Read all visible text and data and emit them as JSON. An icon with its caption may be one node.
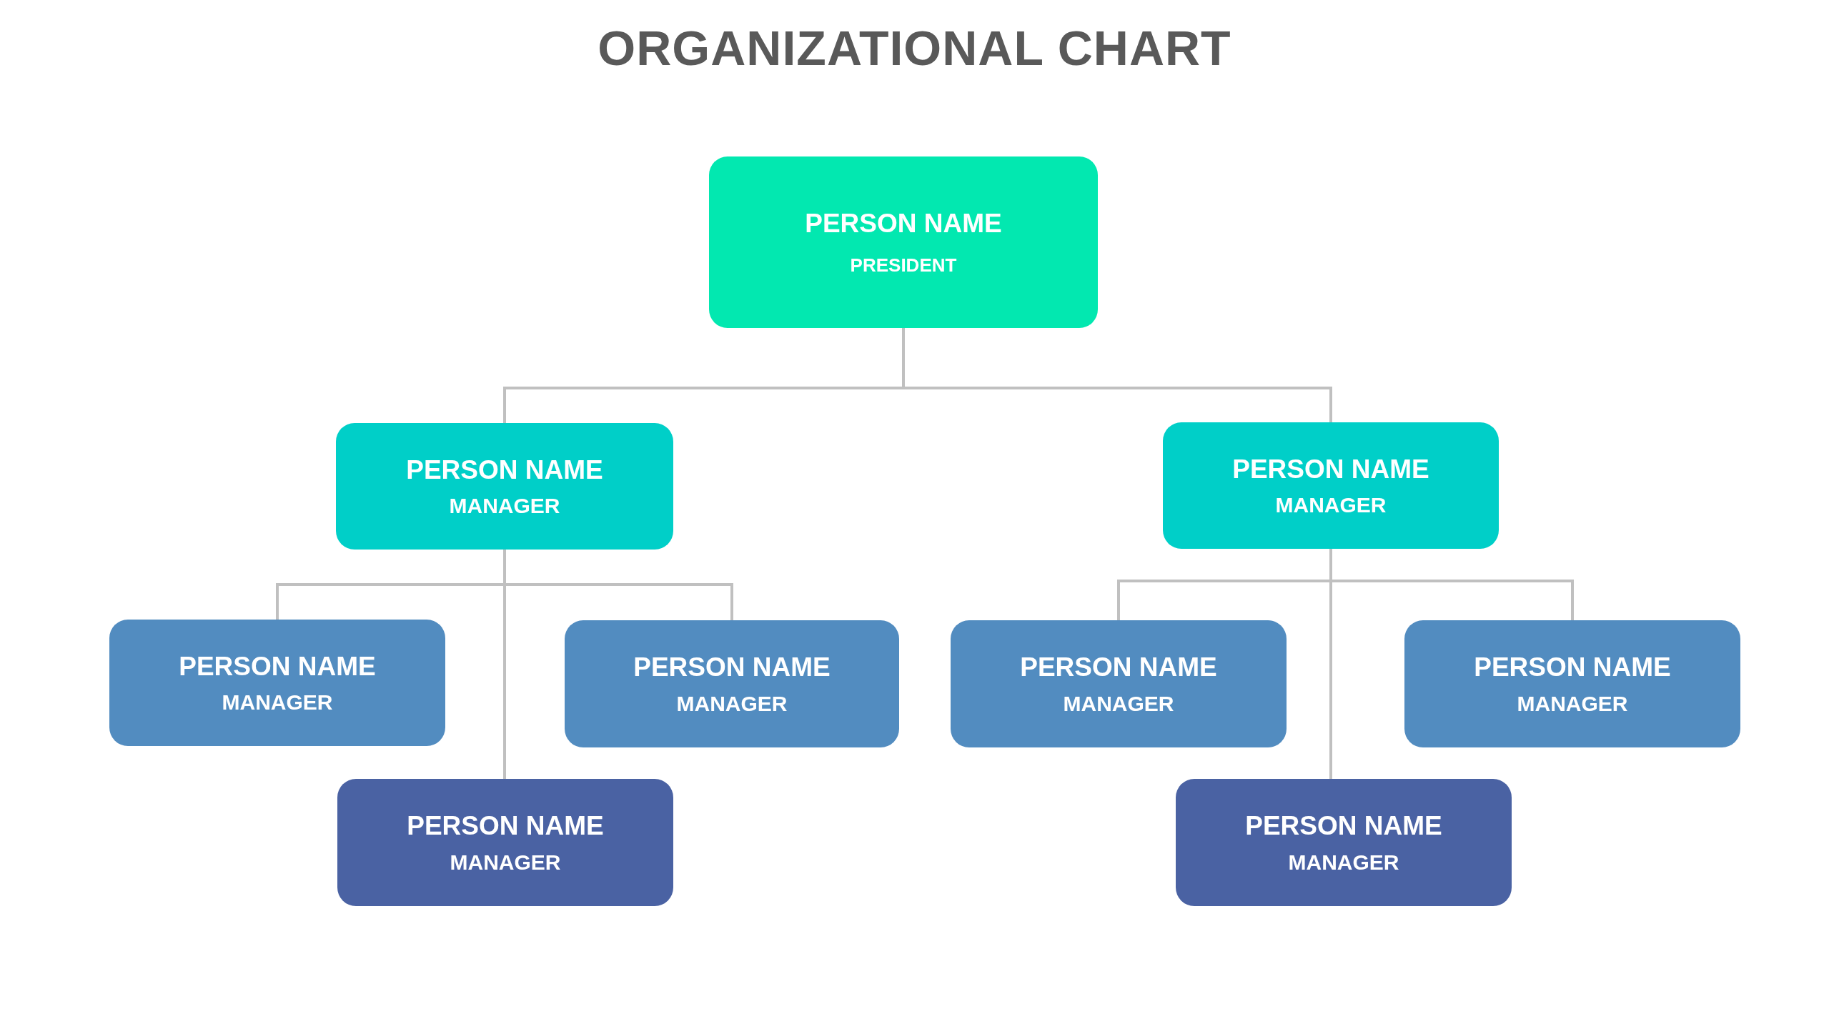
{
  "diagram": {
    "title": "ORGANIZATIONAL CHART",
    "nodes": [
      {
        "text": [
          "PERSON NAME",
          "PRESIDENT"
        ]
      },
      {
        "text": [
          "PERSON NAME",
          "MANAGER"
        ]
      },
      {
        "text": [
          "PERSON NAME",
          "MANAGER"
        ]
      },
      {
        "text": [
          "PERSON NAME",
          "MANAGER"
        ]
      },
      {
        "text": [
          "PERSON NAME",
          "MANAGER"
        ]
      },
      {
        "text": [
          "PERSON NAME",
          "MANAGER"
        ]
      },
      {
        "text": [
          "PERSON NAME",
          "MANAGER"
        ]
      },
      {
        "text": [
          "PERSON NAME",
          "MANAGER"
        ]
      },
      {
        "text": [
          "PERSON NAME",
          "MANAGER"
        ]
      }
    ],
    "edges": [
      {
        "from": 0,
        "to": 1,
        "arrow": "none"
      },
      {
        "from": 0,
        "to": 2,
        "arrow": "none"
      },
      {
        "from": 1,
        "to": 3,
        "arrow": "none"
      },
      {
        "from": 1,
        "to": 4,
        "arrow": "none"
      },
      {
        "from": 1,
        "to": 7,
        "arrow": "none"
      },
      {
        "from": 2,
        "to": 5,
        "arrow": "none"
      },
      {
        "from": 2,
        "to": 6,
        "arrow": "none"
      },
      {
        "from": 2,
        "to": 8,
        "arrow": "none"
      }
    ]
  }
}
